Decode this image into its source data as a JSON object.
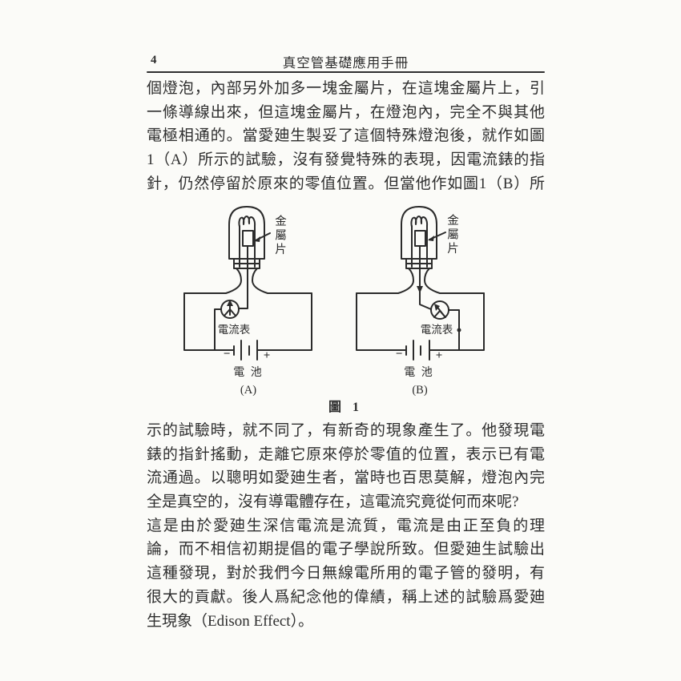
{
  "page": {
    "number": "4",
    "header_title": "真空管基礎應用手冊"
  },
  "colors": {
    "ink": "#2b2b2b",
    "paper": "#fbfbf8"
  },
  "paragraph1": {
    "lines": [
      "個燈泡，內部另外加多一塊金屬片，在這塊金屬片上，引",
      "一條導線出來，但這塊金屬片，在燈泡內，完全不與其他",
      "電極相通的。當愛廸生製妥了這個特殊燈泡後，就作如圖",
      "1（A）所示的試驗，沒有發覺特殊的表現，因電流錶的指",
      "針，仍然停留於原來的零值位置。但當他作如圖1（B）所"
    ]
  },
  "figure": {
    "caption": "圖 1",
    "sub_a": {
      "label": "(A)",
      "plate_label": "金屬片",
      "meter_label": "電流表",
      "battery_label": "電 池",
      "minus_sign": "−",
      "plus_sign": "+"
    },
    "sub_b": {
      "label": "(B)",
      "plate_label": "金屬片",
      "meter_label": "電流表",
      "battery_label": "電 池",
      "minus_sign": "−",
      "plus_sign": "+"
    }
  },
  "paragraph2": {
    "lines": [
      "示的試驗時，就不同了，有新奇的現象產生了。他發現電",
      "錶的指針搖動，走離它原來停於零值的位置，表示已有電",
      "流通過。以聰明如愛廸生者，當時也百思莫解，燈泡內完",
      "全是真空的，沒有導電體存在，這電流究竟從何而來呢?",
      "這是由於愛廸生深信電流是流質，電流是由正至負的理",
      "論，而不相信初期提倡的電子學說所致。但愛廸生試驗出",
      "這種發現，對於我們今日無線電所用的電子管的發明，有",
      "很大的貢獻。後人爲紀念他的偉績，稱上述的試驗爲愛廸",
      "生現象（Edison Effect）。"
    ]
  }
}
